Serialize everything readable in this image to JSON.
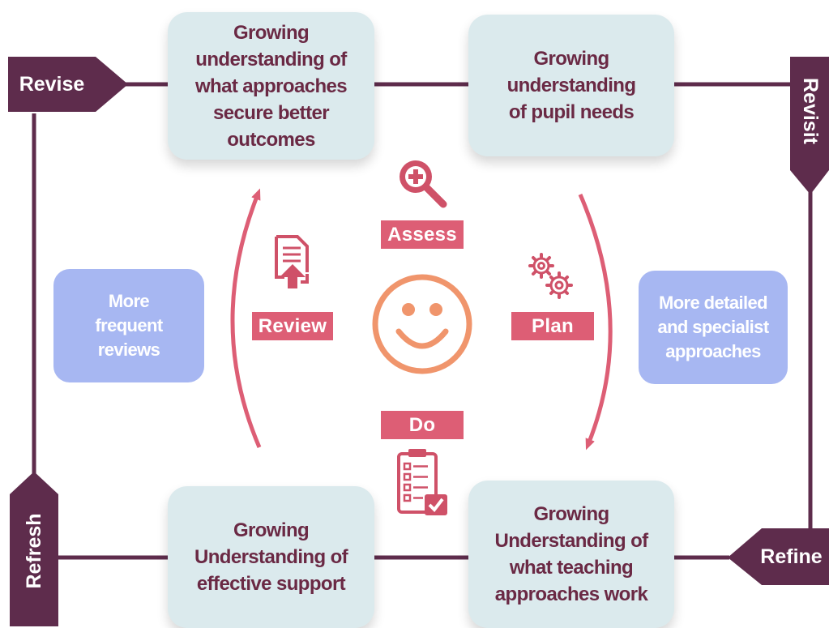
{
  "corners": {
    "top_left": "Growing understanding of what approaches secure better outcomes",
    "top_right": "Growing understanding of pupil needs",
    "bottom_left": "Growing Understanding of effective support",
    "bottom_right": "Growing Understanding of what teaching approaches work"
  },
  "sides": {
    "left": "More frequent reviews",
    "right": "More detailed and specialist approaches"
  },
  "cycle": {
    "assess": "Assess",
    "plan": "Plan",
    "do": "Do",
    "review": "Review"
  },
  "ribbons": {
    "revise": "Revise",
    "revisit": "Revisit",
    "refine": "Refine",
    "refresh": "Refresh"
  },
  "colors": {
    "plum": "#5e2c4c",
    "pink": "#dd5e75",
    "box": "#dbeaed",
    "lavender": "#a7b7f2",
    "face": "#f0956c"
  },
  "icons": {
    "assess": "magnifier-plus-icon",
    "plan": "gears-icon",
    "review": "document-upload-icon",
    "do": "clipboard-checklist-icon",
    "center": "smiley-face-icon"
  }
}
